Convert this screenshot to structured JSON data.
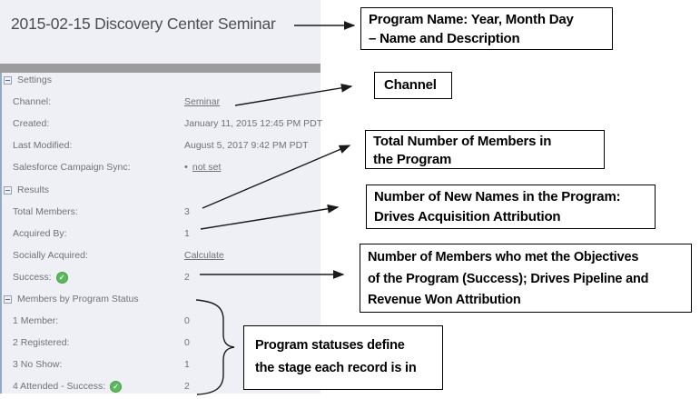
{
  "panel": {
    "title": "2015-02-15 Discovery Center Seminar",
    "rows": [
      {
        "type": "section",
        "label": "Settings"
      },
      {
        "type": "field",
        "label": "Channel:",
        "value": "Seminar",
        "value_style": "link"
      },
      {
        "type": "field",
        "label": "Created:",
        "value": "January 11, 2015 12:45 PM PDT"
      },
      {
        "type": "field",
        "label": "Last Modified:",
        "value": "August 5, 2017 9:42 PM PDT"
      },
      {
        "type": "field",
        "label": "Salesforce Campaign Sync:",
        "value": "not set",
        "value_style": "bullet-link"
      },
      {
        "type": "section",
        "label": "Results"
      },
      {
        "type": "field",
        "label": "Total Members:",
        "value": "3"
      },
      {
        "type": "field",
        "label": "Acquired By:",
        "value": "1"
      },
      {
        "type": "field",
        "label": "Socially Acquired:",
        "value": "Calculate",
        "value_style": "link"
      },
      {
        "type": "field",
        "label": "Success:",
        "value": "2",
        "label_icon": "success-check"
      },
      {
        "type": "section",
        "label": "Members by Program Status"
      },
      {
        "type": "field",
        "label": "1 Member:",
        "value": "0"
      },
      {
        "type": "field",
        "label": "2 Registered:",
        "value": "0"
      },
      {
        "type": "field",
        "label": "3 No Show:",
        "value": "1"
      },
      {
        "type": "field",
        "label": "4 Attended - Success:",
        "value": "2",
        "label_icon": "success-check"
      }
    ]
  },
  "annotations": [
    {
      "id": "program-name",
      "text": "Program Name: Year, Month Day\n– Name and Description"
    },
    {
      "id": "channel",
      "text": "Channel"
    },
    {
      "id": "total-members",
      "text": "Total Number of Members in\nthe Program"
    },
    {
      "id": "new-names",
      "text": "Number of New Names in the Program:\nDrives Acquisition Attribution"
    },
    {
      "id": "success",
      "text": "Number of Members who met the Objectives\nof the Program (Success); Drives Pipeline and\nRevenue Won Attribution"
    },
    {
      "id": "program-statuses",
      "text": "Program statuses define\nthe stage each record is in"
    }
  ],
  "icons": {
    "collapse": "collapse-minus-icon",
    "success": "success-check-icon",
    "check_glyph": "✓",
    "bullet_glyph": "•"
  },
  "colors": {
    "panel_background": "#eef0f5",
    "divider_bar": "#9c9c9c",
    "panel_text": "#6f7277",
    "success_green": "#5cb85c",
    "annotation_border": "#000000"
  }
}
